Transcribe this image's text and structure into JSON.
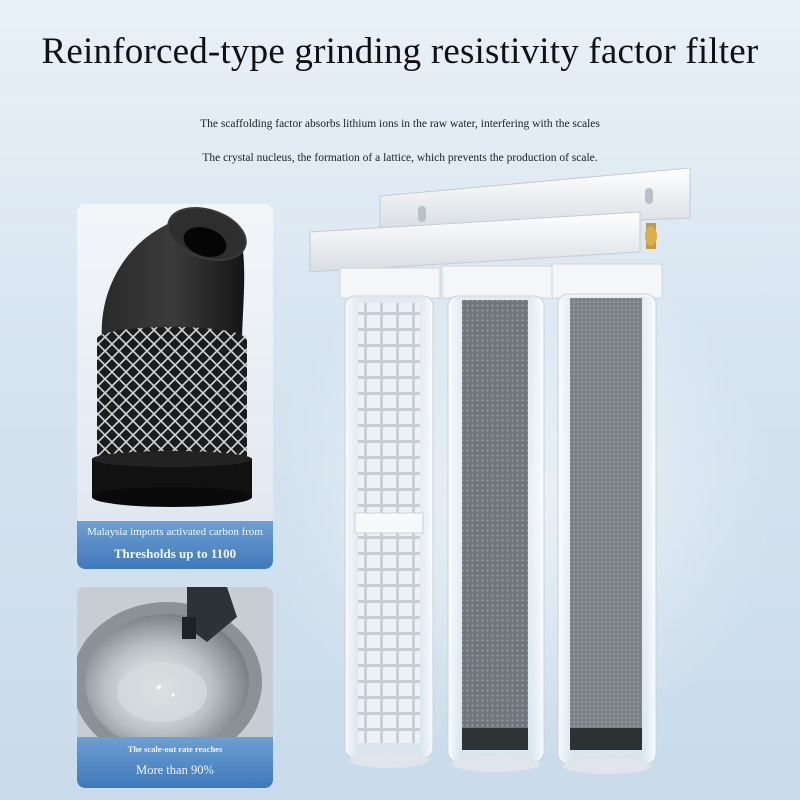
{
  "title": "Reinforced-type grinding resistivity factor filter",
  "subtitle_line1": "The scaffolding factor absorbs lithium ions in the raw water, interfering with the scales",
  "subtitle_line2": "The crystal nucleus, the formation of a lattice, which prevents the production of scale.",
  "panel_top": {
    "caption_line1": "Malaysia imports activated carbon from",
    "caption_line2": "Thresholds up to 1100"
  },
  "panel_bottom": {
    "caption_line1": "The scale-out rate reaches",
    "caption_line2": "More than 90%"
  },
  "colors": {
    "caption_bg": "#4a82c0",
    "background": "#dbe7f2",
    "title_text": "#111111"
  },
  "icons": [
    "carbon-filter-cartridge-image",
    "stainless-kettle-interior-image",
    "triple-filter-housing-image",
    "recycle-icon"
  ]
}
